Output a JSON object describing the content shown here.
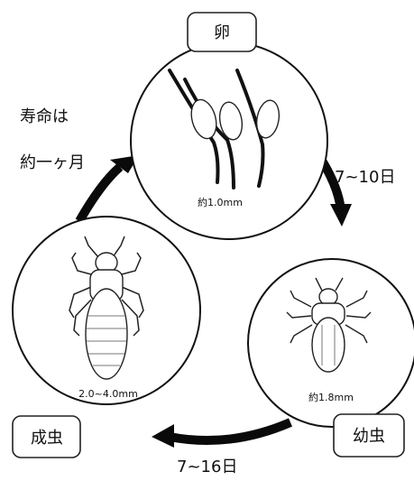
{
  "diagram": {
    "stages": {
      "egg": {
        "label": "卵",
        "size": "約1.0mm"
      },
      "nymph": {
        "label": "幼虫",
        "size": "約1.8mm"
      },
      "adult": {
        "label": "成虫",
        "size": "2.0~4.0mm"
      }
    },
    "durations": {
      "egg_to_nymph": "7~10日",
      "nymph_to_adult": "7~16日"
    },
    "lifespan": {
      "line1": "寿命は",
      "line2": "約一ヶ月"
    },
    "colors": {
      "ink": "#111111",
      "background": "#ffffff"
    }
  }
}
